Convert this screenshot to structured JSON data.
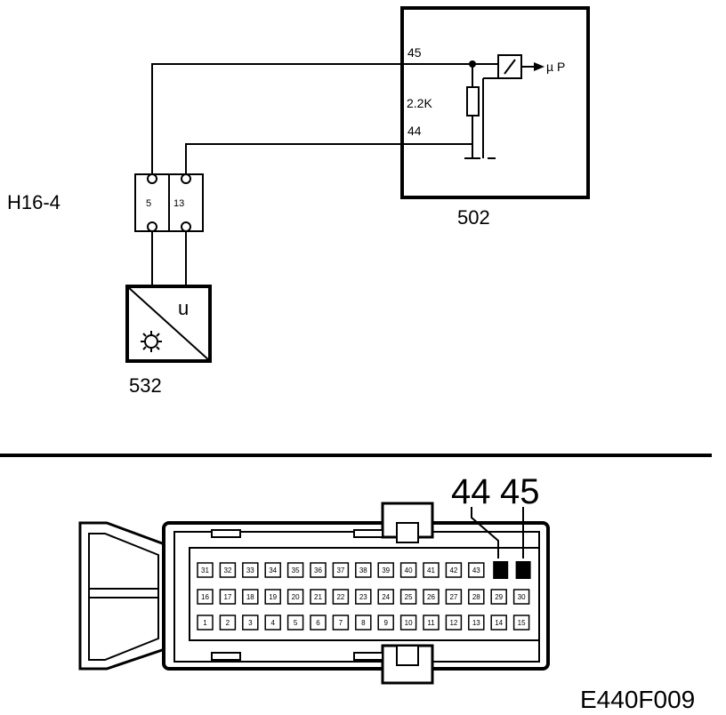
{
  "upper_diagram": {
    "ecu": {
      "ref": "502",
      "pin_top": "45",
      "pin_bottom": "44",
      "resistor": "2.2K",
      "output": "µ P"
    },
    "connector": {
      "ref": "H16-4",
      "pin_left": "5",
      "pin_right": "13"
    },
    "sensor": {
      "ref": "532",
      "symbol": "u",
      "icon": "gear-icon"
    }
  },
  "connector_view": {
    "callout_left": "44",
    "callout_right": "45",
    "rows": [
      [
        "31",
        "32",
        "33",
        "34",
        "35",
        "36",
        "37",
        "38",
        "39",
        "40",
        "41",
        "42",
        "43",
        "",
        ""
      ],
      [
        "16",
        "17",
        "18",
        "19",
        "20",
        "21",
        "22",
        "23",
        "24",
        "25",
        "26",
        "27",
        "28",
        "29",
        "30"
      ],
      [
        "1",
        "2",
        "3",
        "4",
        "5",
        "6",
        "7",
        "8",
        "9",
        "10",
        "11",
        "12",
        "13",
        "14",
        "15"
      ]
    ],
    "highlighted": [
      "44",
      "45"
    ]
  },
  "figure_id": "E440F009"
}
